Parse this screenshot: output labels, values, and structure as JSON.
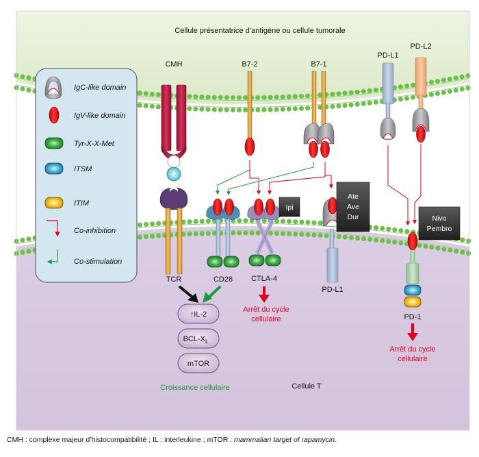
{
  "labels": {
    "top_cell": "Cellule présentatrice d’antigène ou cellule tumorale",
    "bottom_cell": "Cellule T",
    "cmh": "CMH",
    "b72": "B7-2",
    "b71": "B7-1",
    "pdl1_top": "PD-L1",
    "pdl2": "PD-L2",
    "tcr": "TCR",
    "cd28": "CD28",
    "ctla4": "CTLA-4",
    "pdl1_bottom": "PD-L1",
    "pd1": "PD-1",
    "il2": "↑IL-2",
    "bclxl_main": "BCL-X",
    "bclxl_sub": "L",
    "mtor": "mTOR",
    "croissance": "Croissance cellulaire",
    "arret_ctla4_line1": "Arrêt du cycle",
    "arret_ctla4_line2": "cellulaire",
    "arret_pd1_line1": "Arrêt du cycle",
    "arret_pd1_line2": "cellulaire"
  },
  "drugs": {
    "ipi": "Ipi",
    "ctla_pd_line1": "Ate",
    "ctla_pd_line2": "Ave",
    "ctla_pd_line3": "Dur",
    "pd1_line1": "Nivo",
    "pd1_line2": "Pembro"
  },
  "legend": {
    "items": [
      {
        "icon": "igc-domain-icon",
        "label": "IgC-like domain"
      },
      {
        "icon": "igv-domain-icon",
        "label": "IgV-like domain"
      },
      {
        "icon": "tyr-motif-icon",
        "label": "Tyr-X-X-Met"
      },
      {
        "icon": "itsm-icon",
        "label": "ITSM"
      },
      {
        "icon": "itim-icon",
        "label": "ITIM"
      },
      {
        "icon": "co-inhibition-arrow-icon",
        "label": "Co-inhibition"
      },
      {
        "icon": "co-stimulation-arrow-icon",
        "label": "Co-stimulation"
      }
    ]
  },
  "footnote": {
    "text": "CMH : complexe majeur d’histocompatibilité ; IL : interleukine ; mTOR : ",
    "italic": "mammalian target of rapamycin."
  },
  "colors": {
    "top_cell": "#e1edd0",
    "bottom_cell": "#dcd0e2",
    "legend_bg": "#d4e6ef",
    "igv": "#e3001b",
    "igc": "#a3a3a8",
    "tyr": "#35a940",
    "itsm": "#3ab4c8",
    "itim": "#f6c51c",
    "co_inhibition": "#e3001b",
    "co_stimulation": "#1a9a3a",
    "cmh_red": "#b11a3a",
    "tcr_purple": "#5c3c74",
    "stalk_orange": "#e4a540",
    "drug_box": "#3a3a3a"
  }
}
